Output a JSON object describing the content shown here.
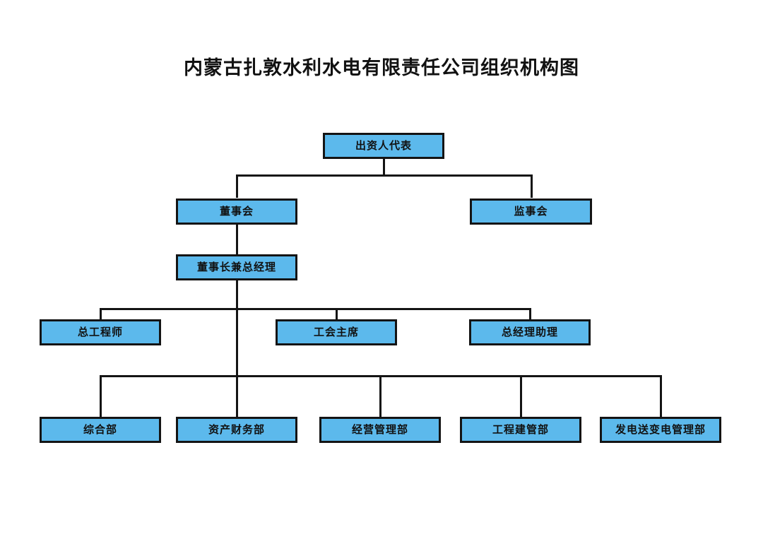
{
  "page": {
    "title": "内蒙古扎敦水利水电有限责任公司组织机构图",
    "background_color": "#ffffff"
  },
  "style": {
    "node_fill": "#5cb9ec",
    "node_border": "#141414",
    "connector_color": "#141414",
    "text_color": "#111111"
  },
  "chart_data": {
    "type": "diagram",
    "diagram_kind": "organization-chart",
    "title": "内蒙古扎敦水利水电有限责任公司组织机构图",
    "orientation": "top-down",
    "levels": [
      {
        "level": 1,
        "nodes": [
          "出资人代表"
        ]
      },
      {
        "level": 2,
        "nodes": [
          "董事会",
          "监事会"
        ]
      },
      {
        "level": 3,
        "nodes": [
          "董事长兼总经理"
        ]
      },
      {
        "level": 4,
        "nodes": [
          "总工程师",
          "工会主席",
          "总经理助理"
        ]
      },
      {
        "level": 5,
        "nodes": [
          "综合部",
          "资产财务部",
          "经营管理部",
          "工程建管部",
          "发电送变电管理部"
        ]
      }
    ],
    "edges": [
      {
        "from": "出资人代表",
        "to": "董事会"
      },
      {
        "from": "出资人代表",
        "to": "监事会"
      },
      {
        "from": "董事会",
        "to": "董事长兼总经理"
      },
      {
        "from": "董事长兼总经理",
        "to": "总工程师"
      },
      {
        "from": "董事长兼总经理",
        "to": "工会主席"
      },
      {
        "from": "董事长兼总经理",
        "to": "总经理助理"
      },
      {
        "from": "董事长兼总经理",
        "to": "综合部"
      },
      {
        "from": "董事长兼总经理",
        "to": "资产财务部"
      },
      {
        "from": "董事长兼总经理",
        "to": "经营管理部"
      },
      {
        "from": "董事长兼总经理",
        "to": "工程建管部"
      },
      {
        "from": "董事长兼总经理",
        "to": "发电送变电管理部"
      }
    ]
  },
  "nodes": {
    "investor_rep": "出资人代表",
    "board_of_directors": "董事会",
    "board_of_supervisors": "监事会",
    "chairman_gm": "董事长兼总经理",
    "chief_engineer": "总工程师",
    "union_chairman": "工会主席",
    "gm_assistant": "总经理助理",
    "general_affairs_dept": "综合部",
    "asset_finance_dept": "资产财务部",
    "business_management_dept": "经营管理部",
    "engineering_construction_dept": "工程建管部",
    "power_transmission_dept": "发电送变电管理部"
  }
}
